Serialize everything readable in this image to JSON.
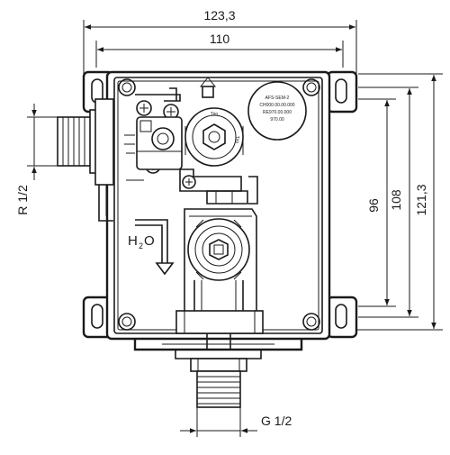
{
  "dimensions": {
    "overall_width": "123,3",
    "inner_width": "110",
    "height_96": "96",
    "height_108": "108",
    "overall_height": "121,3",
    "inlet_thread": "R 1/2",
    "outlet_thread": "G 1/2"
  },
  "labels": {
    "water_h": "H",
    "water_sub": "2",
    "water_o": "O",
    "tag_lines": [
      "AFS-SEM-2",
      "CH000.00.00.000",
      "RE970.00.000",
      "970.00"
    ],
    "valve_brand": "Tiro"
  }
}
